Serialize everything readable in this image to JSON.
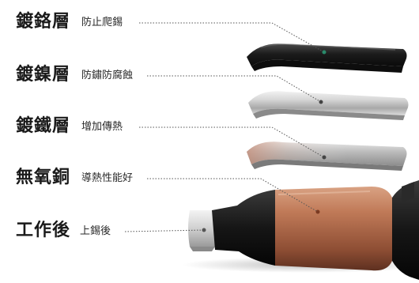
{
  "layers": [
    {
      "title": "鍍鉻層",
      "desc": "防止爬錫"
    },
    {
      "title": "鍍鎳層",
      "desc": "防鏽防腐蝕"
    },
    {
      "title": "鍍鐵層",
      "desc": "增加傳熱"
    },
    {
      "title": "無氧銅",
      "desc": "導熱性能好"
    },
    {
      "title": "工作後",
      "desc": "上錫後"
    }
  ],
  "colors": {
    "chrome": "#1c1c1c",
    "nickel": "#c8c8c8",
    "iron": "#b4b4b4",
    "copper": "#b06a4a",
    "handle": "#151515",
    "leader": "#555555"
  }
}
